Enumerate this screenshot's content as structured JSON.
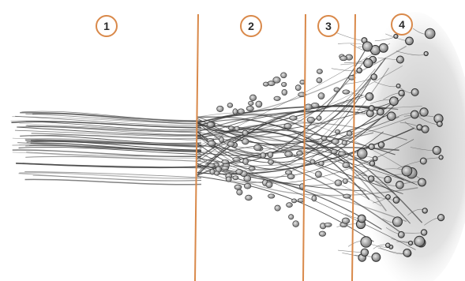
{
  "zones": [
    {
      "label": "1"
    },
    {
      "label": "2"
    },
    {
      "label": "3"
    },
    {
      "label": "4"
    }
  ],
  "colors": {
    "divider": "#d9894a",
    "badge_stroke": "#d9894a",
    "badge_fill": "#ffffff",
    "fiber": "#3a3a3a",
    "cell_fill": "#9a9a9a",
    "shadow": "#cfcfcf"
  }
}
